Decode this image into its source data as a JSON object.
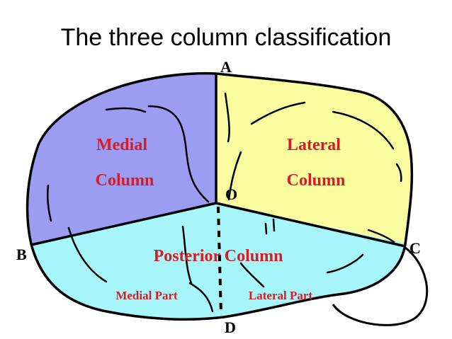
{
  "title": "The three column classification",
  "colors": {
    "medial": "#9c9cf3",
    "lateral": "#fbfca0",
    "posterior": "#a6f6fb",
    "outline": "#000000",
    "label": "#d41d24"
  },
  "regions": {
    "medial": {
      "line1": "Medial",
      "line2": "Column"
    },
    "lateral": {
      "line1": "Lateral",
      "line2": "Column"
    },
    "posterior": {
      "name": "Posterior Column",
      "medial_part": "Medial Part",
      "lateral_part": "Lateral Part"
    }
  },
  "points": {
    "a": "A",
    "b": "B",
    "c": "C",
    "d": "D",
    "o": "O"
  }
}
